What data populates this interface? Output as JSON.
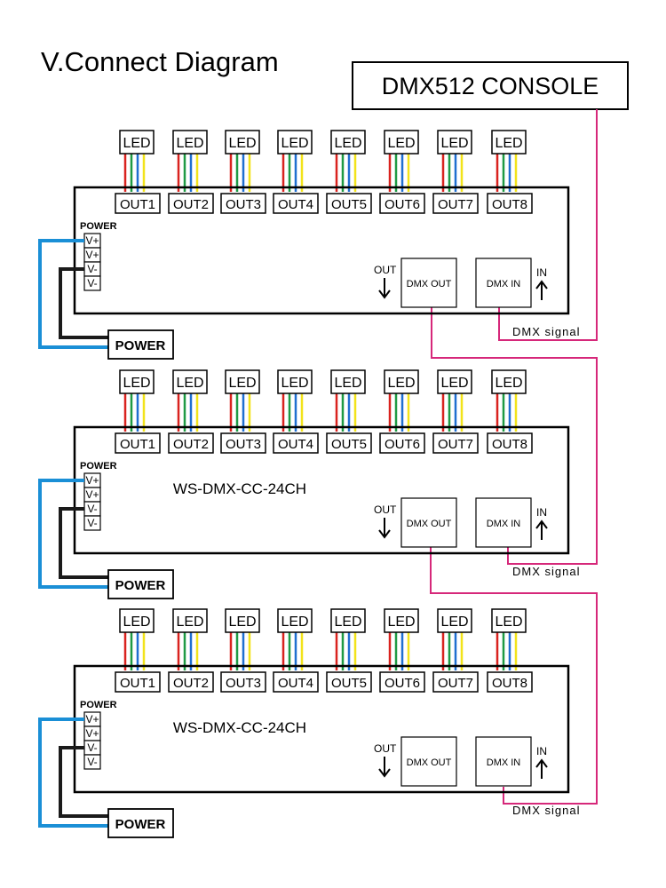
{
  "title": "V.Connect Diagram",
  "console": {
    "label": "DMX512 CONSOLE"
  },
  "led_label": "LED",
  "outputs": [
    "OUT1",
    "OUT2",
    "OUT3",
    "OUT4",
    "OUT5",
    "OUT6",
    "OUT7",
    "OUT8"
  ],
  "power_block": {
    "title": "POWER",
    "terminals": [
      "V+",
      "V+",
      "V-",
      "V-"
    ]
  },
  "power_supply_label": "POWER",
  "dmx_out_label": "DMX OUT",
  "dmx_in_label": "DMX IN",
  "out_dir_label": "OUT",
  "in_dir_label": "IN",
  "signal_label": "DMX  signal",
  "decoders": [
    {
      "model": ""
    },
    {
      "model": "WS-DMX-CC-24CH"
    },
    {
      "model": "WS-DMX-CC-24CH"
    }
  ],
  "colors": {
    "wire_red": "#d9231f",
    "wire_green": "#1f9a44",
    "wire_blue": "#1f6fd0",
    "wire_yellow": "#f2e31a",
    "power_positive": "#1a8fd6",
    "power_negative": "#1a1a1a",
    "dmx_signal": "#d6287a"
  }
}
